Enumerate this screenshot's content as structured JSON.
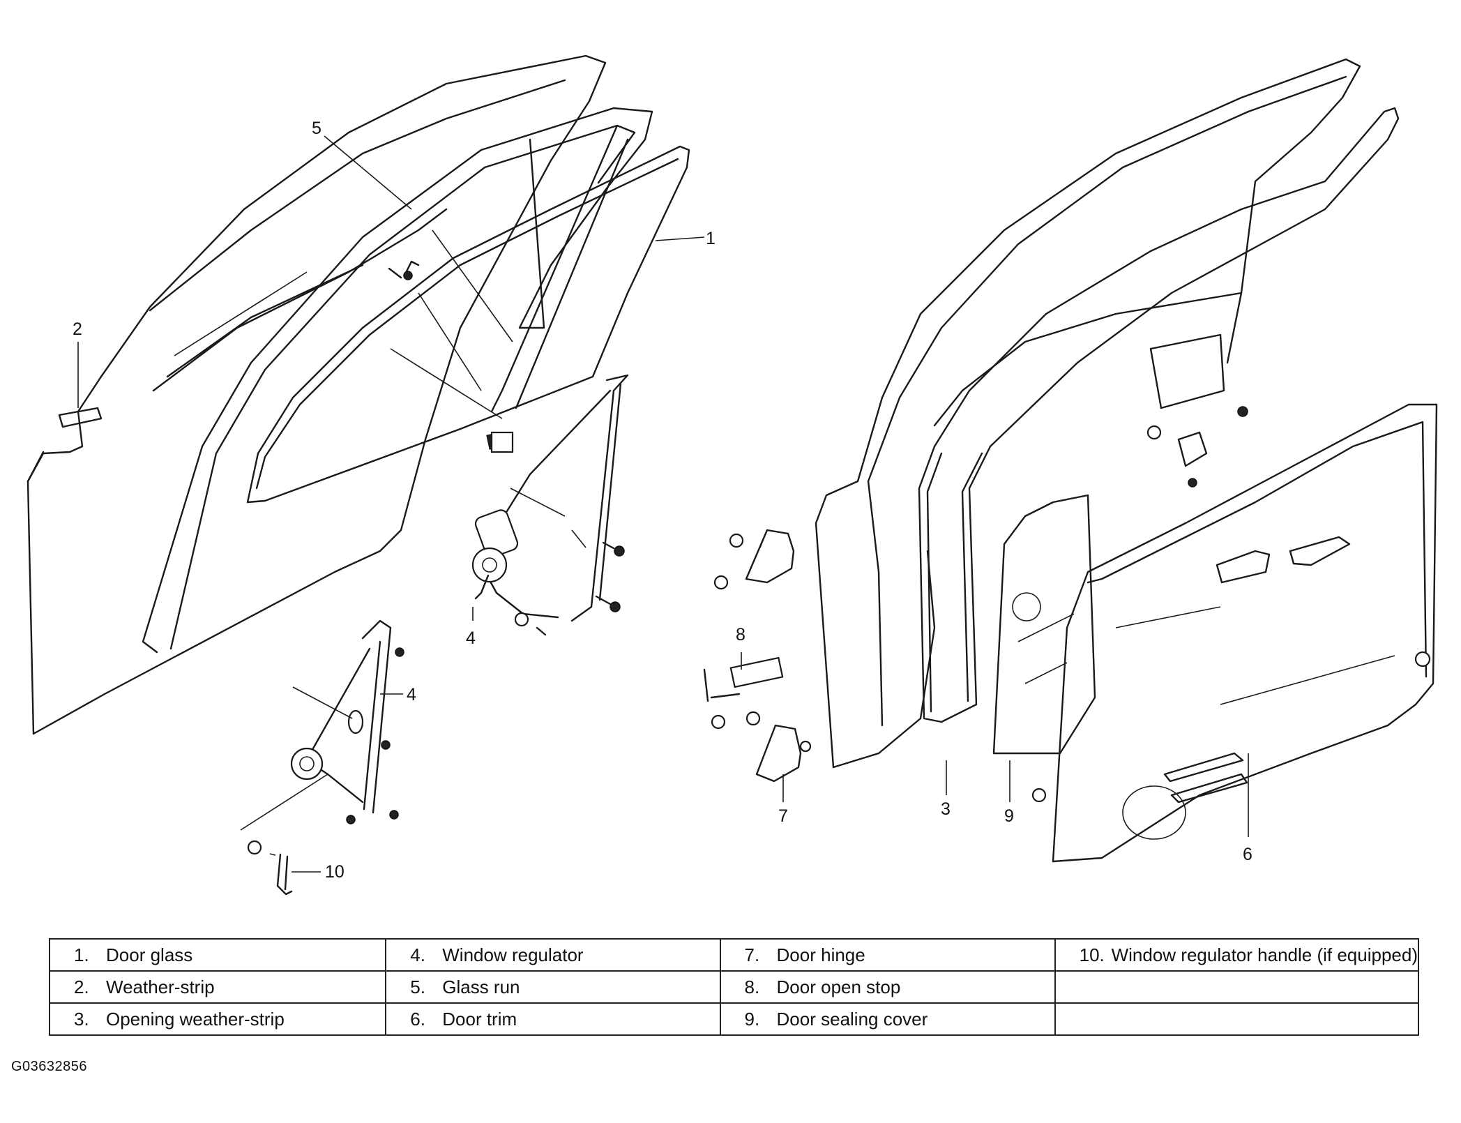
{
  "legend": {
    "rows": [
      [
        {
          "num": "1.",
          "label": "Door glass"
        },
        {
          "num": "4.",
          "label": "Window regulator"
        },
        {
          "num": "7.",
          "label": "Door hinge"
        },
        {
          "num": "10.",
          "label": "Window regulator handle (if equipped)"
        }
      ],
      [
        {
          "num": "2.",
          "label": "Weather-strip"
        },
        {
          "num": "5.",
          "label": "Glass run"
        },
        {
          "num": "8.",
          "label": "Door open stop"
        },
        {
          "num": "",
          "label": ""
        }
      ],
      [
        {
          "num": "3.",
          "label": "Opening weather-strip"
        },
        {
          "num": "6.",
          "label": "Door trim"
        },
        {
          "num": "9.",
          "label": "Door sealing cover"
        },
        {
          "num": "",
          "label": ""
        }
      ]
    ]
  },
  "callouts": {
    "c1": "1",
    "c2": "2",
    "c3": "3",
    "c4a": "4",
    "c4b": "4",
    "c5": "5",
    "c6": "6",
    "c7": "7",
    "c8": "8",
    "c9": "9",
    "c10": "10"
  },
  "figure_id": "G03632856"
}
